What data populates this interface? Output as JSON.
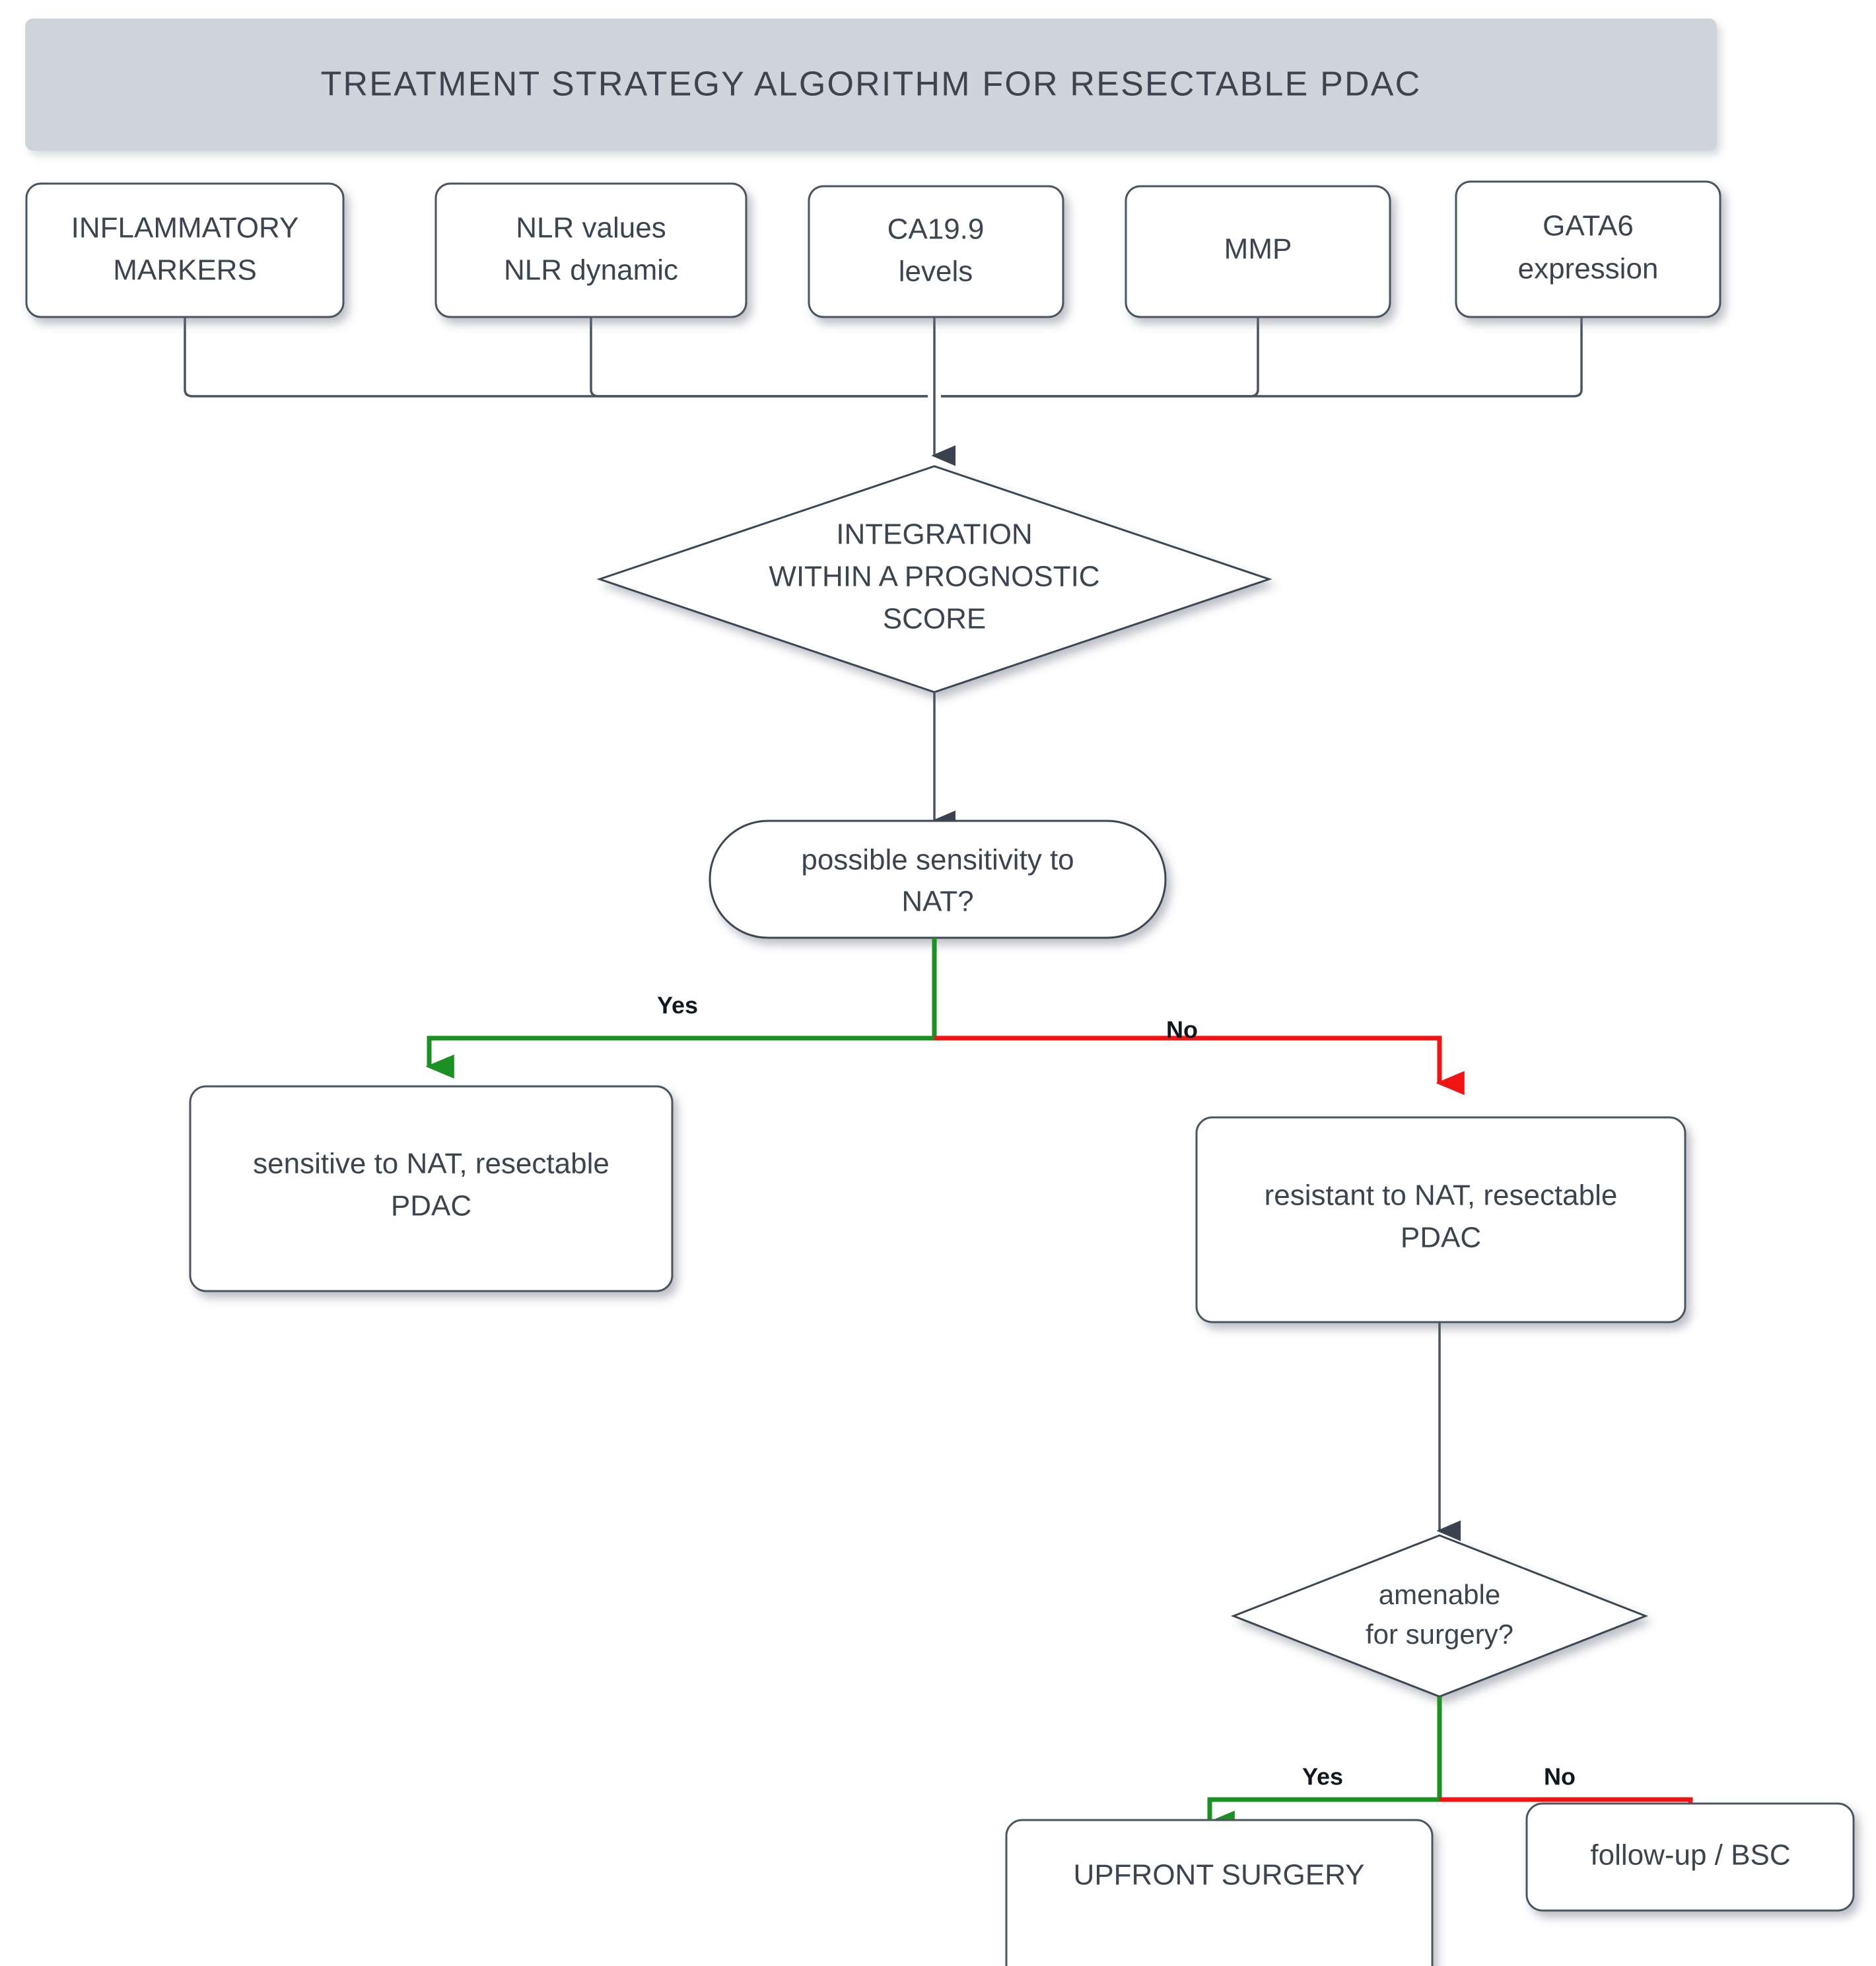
{
  "banner": {
    "title": "TREATMENT STRATEGY ALGORITHM FOR RESECTABLE PDAC",
    "background_color": "#ced4da",
    "text_color": "#3b444f"
  },
  "colors": {
    "node_fill": "#ffffff",
    "node_border": "#4c5560",
    "node_text": "#3b444f",
    "connector": "#4a5460",
    "yes_edge": "#1a9122",
    "no_edge": "#f21313"
  },
  "inputs": [
    {
      "id": "inflammatory-markers",
      "line1": "INFLAMMATORY",
      "line2": "MARKERS"
    },
    {
      "id": "nlr",
      "line1": "NLR values",
      "line2": "NLR dynamic"
    },
    {
      "id": "ca199",
      "line1": "CA19.9",
      "line2": "levels"
    },
    {
      "id": "mmp",
      "line1": "MMP",
      "line2": ""
    },
    {
      "id": "gata6",
      "line1": "GATA6",
      "line2": "expression"
    }
  ],
  "decision_integration": {
    "id": "integration-within-prognostic-score",
    "line1": "INTEGRATION",
    "line2": "WITHIN A PROGNOSTIC",
    "line3": "SCORE"
  },
  "decision_sensitivity": {
    "id": "possible-sensitivity-to-nat",
    "line1": "possible sensitivity to",
    "line2": "NAT?"
  },
  "outcome_sensitive": {
    "id": "sensitive-to-nat",
    "line1": "sensitive to NAT, resectable",
    "line2": "PDAC"
  },
  "outcome_resistant": {
    "id": "resistant-to-nat",
    "line1": "resistant to NAT, resectable",
    "line2": "PDAC"
  },
  "decision_surgery": {
    "id": "amenable-for-surgery",
    "line1": "amenable",
    "line2": "for surgery?"
  },
  "outcome_upfront_surgery": {
    "id": "upfront-surgery",
    "line1": "UPFRONT SURGERY"
  },
  "outcome_followup": {
    "id": "follow-up-bsc",
    "line1": "follow-up / BSC"
  },
  "edge_labels": {
    "sensitivity_yes": "Yes",
    "sensitivity_no": "No",
    "surgery_yes": "Yes",
    "surgery_no": "No"
  }
}
